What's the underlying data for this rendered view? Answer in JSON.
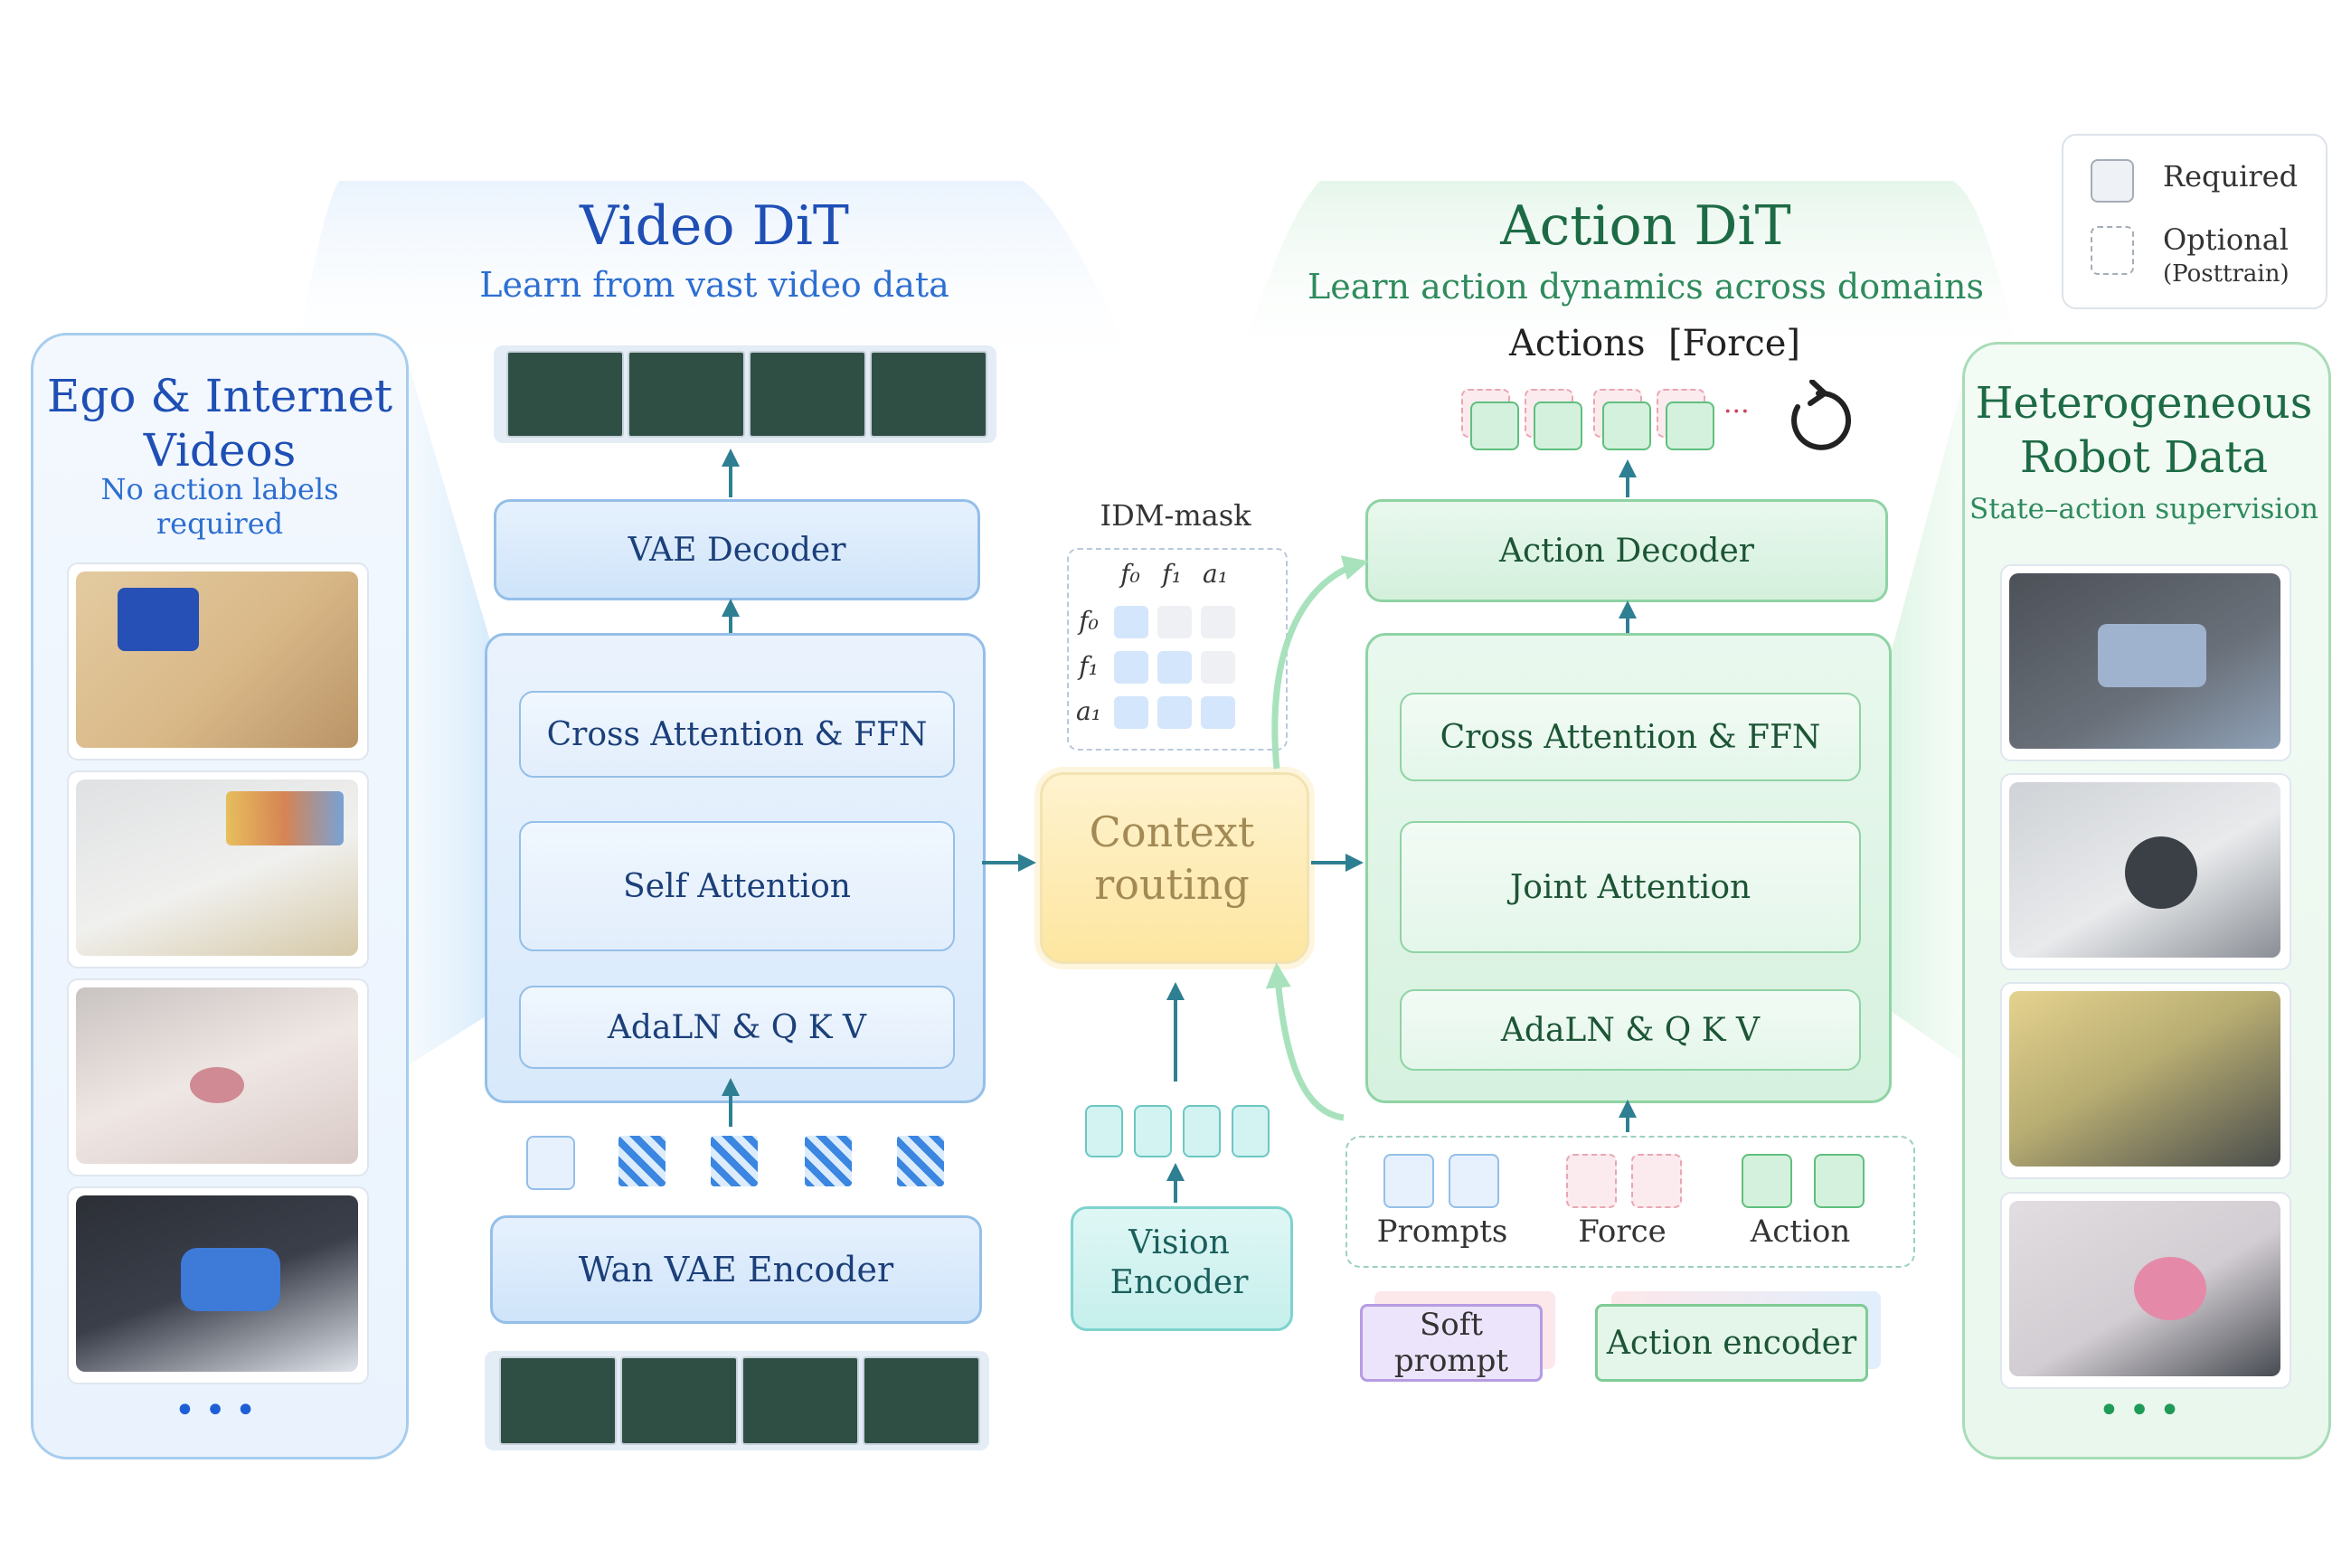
{
  "video_dit": {
    "title": "Video DiT",
    "subtitle": "Learn from vast video data"
  },
  "action_dit": {
    "title": "Action DiT",
    "subtitle": "Learn action dynamics across domains"
  },
  "left_panel": {
    "title_line1": "Ego & Internet",
    "title_line2": "Videos",
    "subtitle": "No action labels required",
    "more": "•••"
  },
  "right_panel": {
    "title_line1": "Heterogeneous",
    "title_line2": "Robot Data",
    "subtitle": "State–action supervision",
    "more": "•••"
  },
  "legend": {
    "required": "Required",
    "optional": "Optional",
    "optional_note": "(Posttrain)"
  },
  "video_blocks": {
    "vae_decoder": "VAE Decoder",
    "cross_attention": "Cross Attention & FFN",
    "self_attention": "Self Attention",
    "adaln": "AdaLN & Q K V",
    "encoder": "Wan VAE Encoder"
  },
  "action_blocks": {
    "outputs_label": "Actions  [Force]",
    "ellipsis": "···",
    "decoder": "Action Decoder",
    "cross_attention": "Cross Attention & FFN",
    "joint_attention": "Joint Attention",
    "adaln": "AdaLN & Q K V"
  },
  "center": {
    "idm_title": "IDM-mask",
    "idm_cols": [
      "f₀",
      "f₁",
      "a₁"
    ],
    "idm_rows": [
      "f₀",
      "f₁",
      "a₁"
    ],
    "context_line1": "Context",
    "context_line2": "routing",
    "vision_line1": "Vision",
    "vision_line2": "Encoder"
  },
  "inputs": {
    "prompts": "Prompts",
    "force": "Force",
    "action": "Action",
    "soft_prompt": "Soft prompt",
    "action_encoder": "Action encoder"
  },
  "colors": {
    "blue_accent": "#1f4fb5",
    "green_accent": "#1d6b45",
    "arrow_teal": "#2f7f92",
    "context_fill": "#fde9a9",
    "vision_fill": "#d2f3f1"
  }
}
